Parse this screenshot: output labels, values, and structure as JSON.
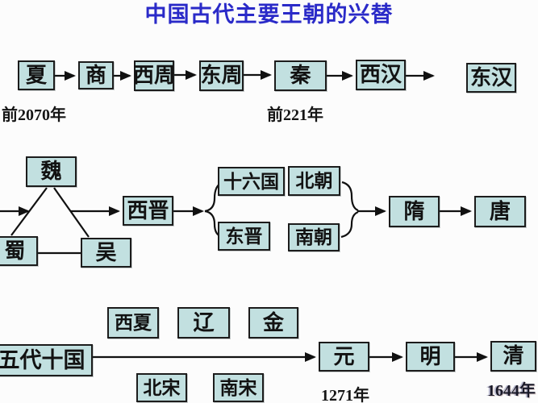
{
  "title": "中国古代主要王朝的兴替",
  "diagram": {
    "row1": {
      "xia": "夏",
      "shang": "商",
      "xizhou": "西周",
      "dongzhou": "东周",
      "qin": "秦",
      "xihan": "西汉",
      "donghan": "东汉"
    },
    "row2": {
      "wei": "魏",
      "shu": "蜀",
      "wu": "吴",
      "xijin": "西晋",
      "shiliuguo": "十六国",
      "beichao": "北朝",
      "dongjin": "东晋",
      "nanchao": "南朝",
      "sui": "隋",
      "tang": "唐"
    },
    "row3": {
      "xixia": "西夏",
      "liao": "辽",
      "jin": "金",
      "wudaishiguo": "五代十国",
      "beisong": "北宋",
      "nansong": "南宋",
      "yuan": "元",
      "ming": "明",
      "qing": "清"
    },
    "years": {
      "xia_start": "前2070年",
      "qin_start": "前221年",
      "yuan_start": "1271年",
      "qing_start": "1644年"
    }
  },
  "colors": {
    "box_fill": "#c2e0e0",
    "box_border": "#1c1c1c",
    "title_blue": "#2a2ac8",
    "line": "#111111",
    "background": "#fcfcfc"
  }
}
